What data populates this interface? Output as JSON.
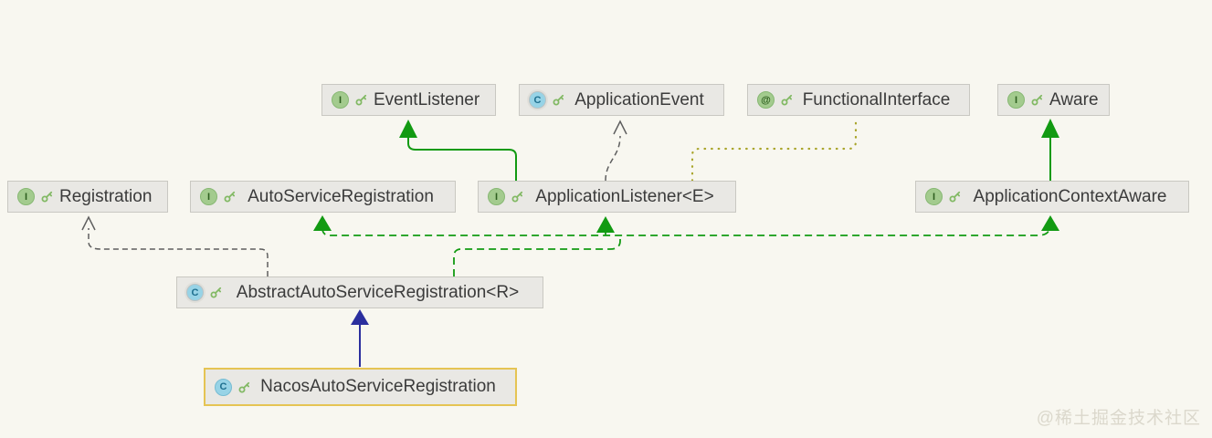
{
  "diagram": {
    "nodes": [
      {
        "id": "event-listener",
        "badge": "I",
        "kind": "interface",
        "label": "EventListener"
      },
      {
        "id": "application-event",
        "badge": "C",
        "kind": "abstract-class",
        "label": "ApplicationEvent"
      },
      {
        "id": "functional-interface",
        "badge": "@",
        "kind": "annotation",
        "label": "FunctionalInterface"
      },
      {
        "id": "aware",
        "badge": "I",
        "kind": "interface",
        "label": "Aware"
      },
      {
        "id": "registration",
        "badge": "I",
        "kind": "interface",
        "label": "Registration"
      },
      {
        "id": "auto-service-registration",
        "badge": "I",
        "kind": "interface",
        "label": "AutoServiceRegistration"
      },
      {
        "id": "application-listener",
        "badge": "I",
        "kind": "interface",
        "label": "ApplicationListener<E>"
      },
      {
        "id": "application-context-aware",
        "badge": "I",
        "kind": "interface",
        "label": "ApplicationContextAware"
      },
      {
        "id": "abstract-auto-service-registration",
        "badge": "C",
        "kind": "abstract-class",
        "label": "AbstractAutoServiceRegistration<R>"
      },
      {
        "id": "nacos-auto-service-registration",
        "badge": "C",
        "kind": "class",
        "label": "NacosAutoServiceRegistration",
        "selected": true
      }
    ],
    "edges": [
      {
        "from": "ApplicationListener<E>",
        "to": "EventListener",
        "type": "extends",
        "style": "solid",
        "color": "#129A12"
      },
      {
        "from": "ApplicationListener<E>",
        "to": "ApplicationEvent",
        "type": "dependency",
        "style": "dashed",
        "color": "#5F5F5F"
      },
      {
        "from": "ApplicationListener<E>",
        "to": "FunctionalInterface",
        "type": "annotated-by",
        "style": "dotted",
        "color": "#A9A52B"
      },
      {
        "from": "ApplicationContextAware",
        "to": "Aware",
        "type": "extends",
        "style": "solid",
        "color": "#129A12"
      },
      {
        "from": "AbstractAutoServiceRegistration<R>",
        "to": "Registration",
        "type": "dependency",
        "style": "dashed",
        "color": "#5F5F5F"
      },
      {
        "from": "AbstractAutoServiceRegistration<R>",
        "to": "AutoServiceRegistration",
        "type": "implements",
        "style": "dashed",
        "color": "#129A12"
      },
      {
        "from": "AbstractAutoServiceRegistration<R>",
        "to": "ApplicationListener<E>",
        "type": "implements",
        "style": "dashed",
        "color": "#129A12"
      },
      {
        "from": "AbstractAutoServiceRegistration<R>",
        "to": "ApplicationContextAware",
        "type": "implements",
        "style": "dashed",
        "color": "#129A12"
      },
      {
        "from": "NacosAutoServiceRegistration",
        "to": "AbstractAutoServiceRegistration<R>",
        "type": "extends",
        "style": "solid",
        "color": "#2B2F9E"
      }
    ],
    "colors": {
      "background": "#F8F7F0",
      "node_fill": "#E9E8E4",
      "node_border": "#C9C8C2",
      "selection_border": "#E5C453",
      "interface_icon": "#A3CB8E",
      "class_icon": "#97D3E6",
      "extends_green": "#129A12",
      "extends_blue": "#2B2F9E",
      "dependency_gray": "#5F5F5F",
      "annotation_olive": "#A9A52B"
    }
  },
  "watermark": {
    "text": "@稀土掘金技术社区"
  }
}
